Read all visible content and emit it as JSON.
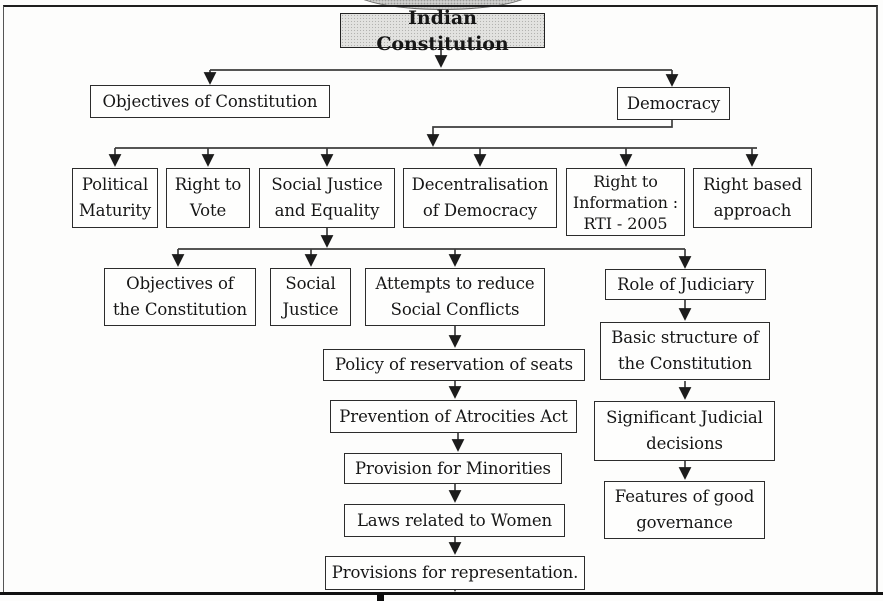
{
  "diagram": {
    "type": "flowchart",
    "nodes": {
      "indian_constitution": {
        "label": "Indian Constitution"
      },
      "objectives_of_constitution": {
        "label": "Objectives of Constitution"
      },
      "democracy": {
        "label": "Democracy"
      },
      "political_maturity": {
        "label": "Political\nMaturity"
      },
      "right_to_vote": {
        "label": "Right to\nVote"
      },
      "social_justice_and_equality": {
        "label": "Social Justice\nand Equality"
      },
      "decentralisation_of_democracy": {
        "label": "Decentralisation\nof Democracy"
      },
      "right_to_information": {
        "label": "Right to\nInformation :\nRTI - 2005"
      },
      "right_based_approach": {
        "label": "Right based\napproach"
      },
      "objectives_of_the_constitution": {
        "label": "Objectives of\nthe Constitution"
      },
      "social_justice": {
        "label": "Social\nJustice"
      },
      "attempts_to_reduce_social_conflicts": {
        "label": "Attempts to reduce\nSocial Conflicts"
      },
      "role_of_judiciary": {
        "label": "Role of Judiciary"
      },
      "policy_of_reservation_of_seats": {
        "label": "Policy of reservation of seats"
      },
      "prevention_of_atrocities_act": {
        "label": "Prevention of Atrocities Act"
      },
      "provision_for_minorities": {
        "label": "Provision for Minorities"
      },
      "laws_related_to_women": {
        "label": "Laws related to Women"
      },
      "provisions_for_representation": {
        "label": "Provisions for representation."
      },
      "basic_structure_of_the_constitution": {
        "label": "Basic structure of\nthe Constitution"
      },
      "significant_judicial_decisions": {
        "label": "Significant Judicial\ndecisions"
      },
      "features_of_good_governance": {
        "label": "Features of good\ngovernance"
      }
    },
    "edges": [
      {
        "from": "indian_constitution",
        "to": "objectives_of_constitution"
      },
      {
        "from": "indian_constitution",
        "to": "democracy"
      },
      {
        "from": "democracy",
        "to": "political_maturity"
      },
      {
        "from": "democracy",
        "to": "right_to_vote"
      },
      {
        "from": "democracy",
        "to": "social_justice_and_equality"
      },
      {
        "from": "democracy",
        "to": "decentralisation_of_democracy"
      },
      {
        "from": "democracy",
        "to": "right_to_information"
      },
      {
        "from": "democracy",
        "to": "right_based_approach"
      },
      {
        "from": "social_justice_and_equality",
        "to": "objectives_of_the_constitution"
      },
      {
        "from": "social_justice_and_equality",
        "to": "social_justice"
      },
      {
        "from": "social_justice_and_equality",
        "to": "attempts_to_reduce_social_conflicts"
      },
      {
        "from": "social_justice_and_equality",
        "to": "role_of_judiciary"
      },
      {
        "from": "attempts_to_reduce_social_conflicts",
        "to": "policy_of_reservation_of_seats"
      },
      {
        "from": "policy_of_reservation_of_seats",
        "to": "prevention_of_atrocities_act"
      },
      {
        "from": "prevention_of_atrocities_act",
        "to": "provision_for_minorities"
      },
      {
        "from": "provision_for_minorities",
        "to": "laws_related_to_women"
      },
      {
        "from": "laws_related_to_women",
        "to": "provisions_for_representation"
      },
      {
        "from": "role_of_judiciary",
        "to": "basic_structure_of_the_constitution"
      },
      {
        "from": "basic_structure_of_the_constitution",
        "to": "significant_judicial_decisions"
      },
      {
        "from": "significant_judicial_decisions",
        "to": "features_of_good_governance"
      }
    ],
    "colors": {
      "background": "#fdfdfc",
      "node_fill": "#fefefd",
      "title_fill": "#e2e2e0",
      "border": "#2c2c2c",
      "line": "#3d3d3d",
      "arrowhead": "#1c1c1c"
    }
  }
}
